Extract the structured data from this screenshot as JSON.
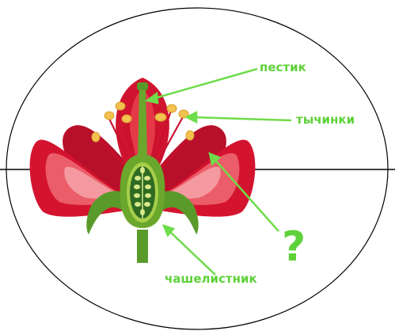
{
  "labels": {
    "pistil": "пестик",
    "stamens": "тычинки",
    "sepal": "чашелистник",
    "unknown": "?"
  },
  "colors": {
    "label": "#5fd13a",
    "arrow": "#6fdc4a",
    "petal_dark": "#c8102e",
    "petal_mid": "#e23a4a",
    "petal_light": "#f48a92",
    "stem_green": "#5a9a2a",
    "stem_light": "#a7cf4a",
    "anther": "#f2c14e",
    "outline": "#000000"
  },
  "icons": {
    "flower": "flower-cross-section-illustration"
  }
}
